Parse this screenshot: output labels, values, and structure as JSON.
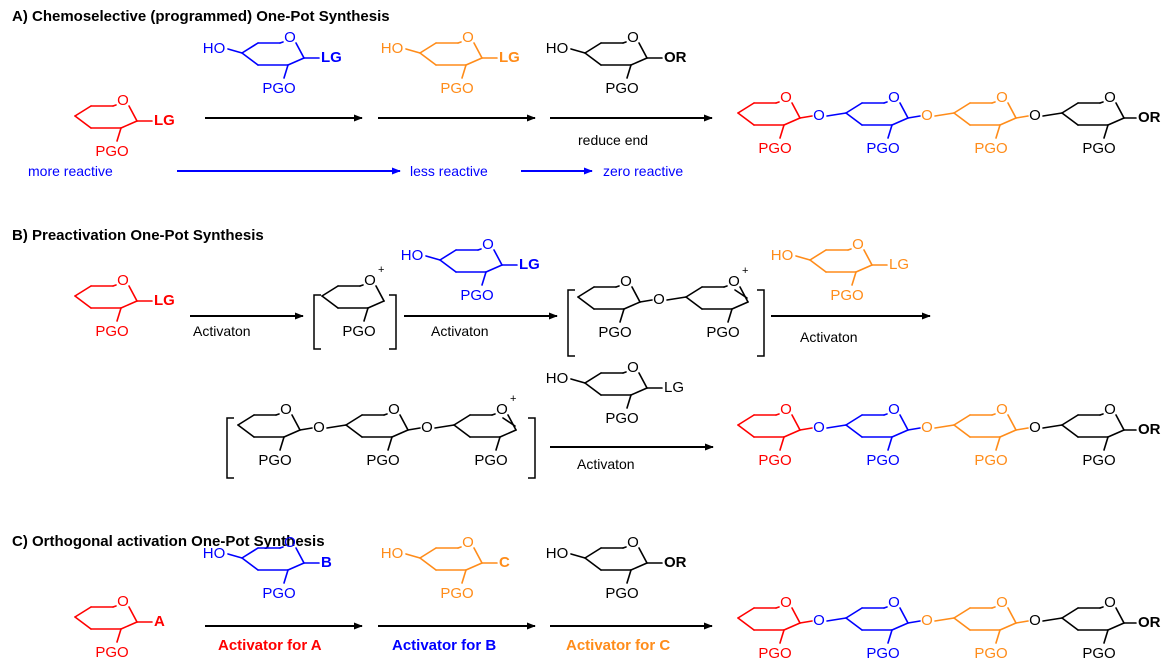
{
  "colors": {
    "red": "#ff0000",
    "blue": "#0000ff",
    "orange": "#ff8c1a",
    "black": "#000000"
  },
  "labels": {
    "pgo": "PGO",
    "o": "O",
    "ho": "HO",
    "lg": "LG",
    "or": "OR",
    "plus": "+",
    "a": "A",
    "b": "B",
    "c": "C"
  },
  "sections": {
    "a": {
      "title": "A) Chemoselective (programmed) One-Pot Synthesis",
      "reduce_end": "reduce end",
      "more_reactive": "more reactive",
      "less_reactive": "less reactive",
      "zero_reactive": "zero reactive"
    },
    "b": {
      "title": "B) Preactivation One-Pot Synthesis",
      "activation": "Activaton"
    },
    "c": {
      "title": "C) Orthogonal activation One-Pot Synthesis",
      "activator_a": "Activator for A",
      "activator_b": "Activator for B",
      "activator_c": "Activator for C"
    }
  }
}
